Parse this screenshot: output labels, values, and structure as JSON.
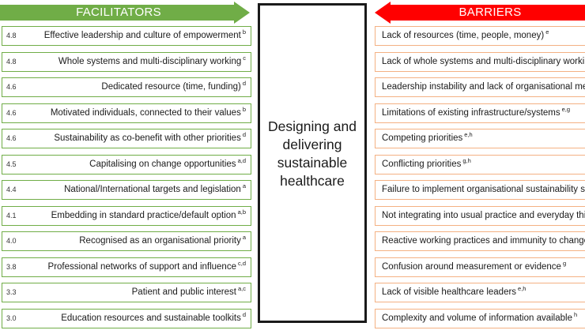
{
  "header": {
    "facilitators_label": "FACILITATORS",
    "barriers_label": "BARRIERS",
    "green": "#70ad47",
    "red": "#ff0000"
  },
  "center": {
    "line1": "Designing and",
    "line2": "delivering",
    "line3": "sustainable",
    "line4": "healthcare"
  },
  "facilitators": [
    {
      "score": "4.8",
      "text": "Effective leadership and culture of empowerment",
      "sup": "b"
    },
    {
      "score": "4.8",
      "text": "Whole systems and multi-disciplinary working",
      "sup": "c"
    },
    {
      "score": "4.6",
      "text": "Dedicated resource (time, funding)",
      "sup": "d"
    },
    {
      "score": "4.6",
      "text": "Motivated individuals, connected to their values",
      "sup": "b"
    },
    {
      "score": "4.6",
      "text": "Sustainability as co-benefit with other priorities",
      "sup": "d"
    },
    {
      "score": "4.5",
      "text": "Capitalising on change opportunities",
      "sup": "a,d"
    },
    {
      "score": "4.4",
      "text": "National/International targets and legislation",
      "sup": "a"
    },
    {
      "score": "4.1",
      "text": "Embedding in standard practice/default option",
      "sup": "a,b"
    },
    {
      "score": "4.0",
      "text": "Recognised as an organisational priority",
      "sup": "a"
    },
    {
      "score": "3.8",
      "text": "Professional networks of support and influence",
      "sup": "c,d"
    },
    {
      "score": "3.3",
      "text": "Patient and public interest",
      "sup": "a,c"
    },
    {
      "score": "3.0",
      "text": "Education resources and sustainable toolkits",
      "sup": "d"
    }
  ],
  "barriers": [
    {
      "text": "Lack of resources (time, people, money)",
      "sup": "e"
    },
    {
      "text": "Lack of whole systems and multi-disciplinary working",
      "sup": ""
    },
    {
      "text": "Leadership instability and lack of organisational memory",
      "sup": ""
    },
    {
      "text": "Limitations of existing infrastructure/systems",
      "sup": "e,g"
    },
    {
      "text": "Competing priorities",
      "sup": "e,h"
    },
    {
      "text": "Conflicting priorities",
      "sup": "g,h"
    },
    {
      "text": "Failure to implement organisational sustainability strategies",
      "sup": ""
    },
    {
      "text": "Not integrating into usual practice and everyday thinking",
      "sup": ""
    },
    {
      "text": "Reactive working practices and immunity to change",
      "sup": ""
    },
    {
      "text": "Confusion around measurement or evidence",
      "sup": "g"
    },
    {
      "text": "Lack of visible healthcare leaders",
      "sup": "e,h"
    },
    {
      "text": "Complexity and volume of information available",
      "sup": "h"
    }
  ]
}
